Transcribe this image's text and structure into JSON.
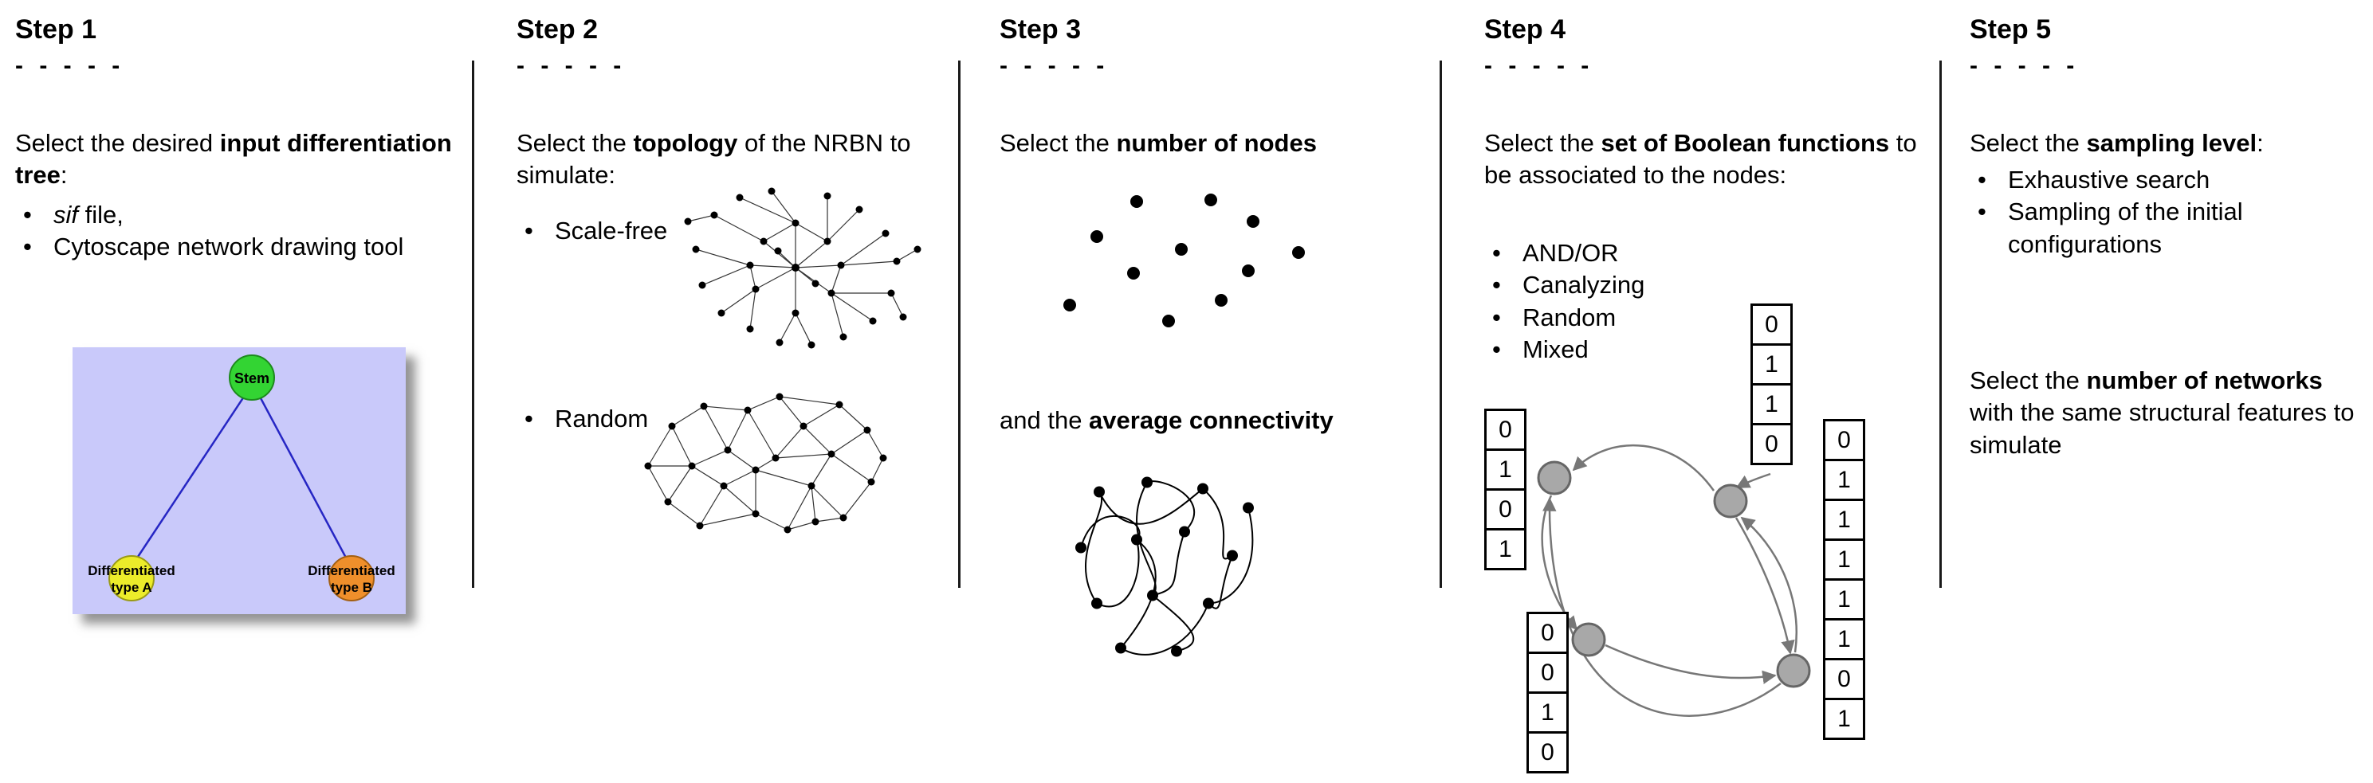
{
  "ui": {
    "bullet": "•"
  },
  "steps": [
    {
      "title": "Step 1",
      "dashes": "- - - - -",
      "text": {
        "pre": "Select the desired ",
        "bold": "input differentiation tree",
        "post": ":"
      },
      "bullets": [
        {
          "italic": "sif",
          "rest": " file,"
        },
        {
          "rest": "Cytoscape network drawing tool"
        }
      ]
    },
    {
      "title": "Step 2",
      "dashes": "- - - - -",
      "text": {
        "pre": "Select the ",
        "bold": "topology",
        "post": " of the NRBN to simulate:"
      },
      "bullets": [
        {
          "rest": "Scale-free"
        },
        {
          "rest": "Random"
        }
      ]
    },
    {
      "title": "Step 3",
      "dashes": "- - - - -",
      "text": {
        "pre": "Select the ",
        "bold": "number of nodes",
        "post": ""
      },
      "text2": {
        "pre": "and the ",
        "bold": "average connectivity",
        "post": ""
      }
    },
    {
      "title": "Step 4",
      "dashes": "- - - - -",
      "text": {
        "pre": "Select the ",
        "bold": "set of Boolean functions",
        "post": " to be associated to the nodes:"
      },
      "bullets": [
        {
          "rest": "AND/OR"
        },
        {
          "rest": "Canalyzing"
        },
        {
          "rest": "Random"
        },
        {
          "rest": "Mixed"
        }
      ]
    },
    {
      "title": "Step 5",
      "dashes": "- - - - -",
      "text": {
        "pre": "Select the ",
        "bold": "sampling level",
        "post": ":"
      },
      "bullets": [
        {
          "rest": "Exhaustive search"
        },
        {
          "rest": "Sampling of the initial configurations"
        }
      ],
      "text2": {
        "pre": "Select the ",
        "bold": "number of networks",
        "post": " with the same structural features to simulate"
      }
    }
  ],
  "tree": {
    "stem": "Stem",
    "type_a_line1": "Differentiated",
    "type_a_line2": "type A",
    "type_b_line1": "Differentiated",
    "type_b_line2": "type B",
    "colors": {
      "background": "#c9c9fa",
      "stem": "#33d433",
      "stem_border": "#1d8a1d",
      "type_a": "#ecec2a",
      "type_a_border": "#9a9a14",
      "type_b": "#ef8f2b",
      "type_b_border": "#a35f12",
      "edge": "#2626c4"
    }
  },
  "boolean_tables": {
    "left": [
      "0",
      "1",
      "0",
      "1"
    ],
    "top": [
      "0",
      "1",
      "1",
      "0"
    ],
    "bottom_left": [
      "0",
      "0",
      "1",
      "0"
    ],
    "right": [
      "0",
      "1",
      "1",
      "1",
      "1",
      "1",
      "0",
      "1"
    ]
  }
}
